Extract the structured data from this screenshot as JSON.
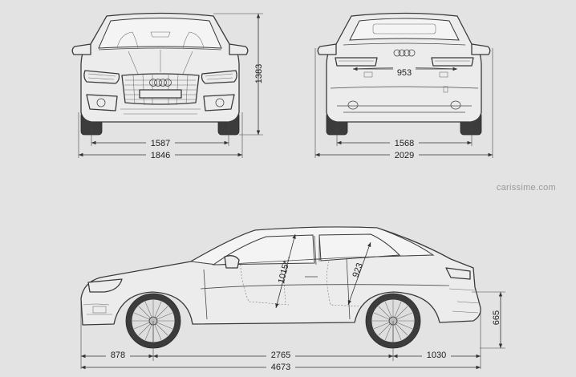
{
  "watermark": "carissime.com",
  "front_view": {
    "track_width": "1587",
    "body_width": "1846",
    "height": "1383"
  },
  "rear_view": {
    "rear_track": "1568",
    "mirror_width": "2029",
    "trunk_opening": "953"
  },
  "side_view": {
    "front_overhang": "878",
    "wheelbase": "2765",
    "rear_overhang": "1030",
    "overall_length": "4673",
    "front_headroom": "1015*",
    "rear_headroom": "923",
    "loading_sill": "665"
  }
}
